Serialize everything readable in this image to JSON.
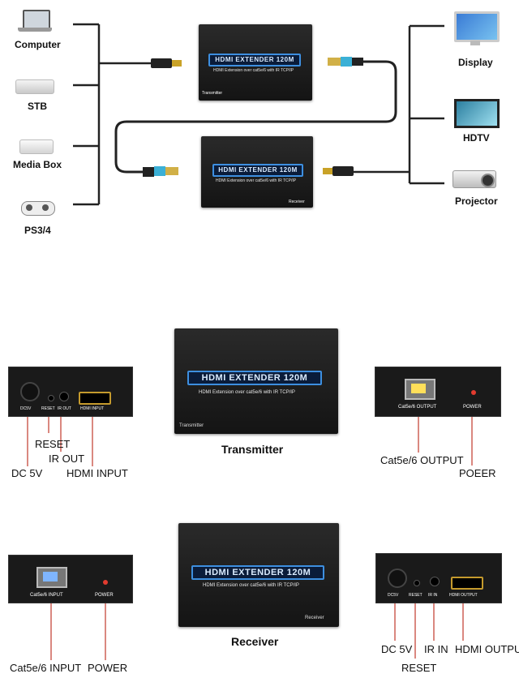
{
  "devices_left": [
    "Computer",
    "STB",
    "Media Box",
    "PS3/4"
  ],
  "devices_right": [
    "Display",
    "HDTV",
    "Projector"
  ],
  "top_units": {
    "transmitter": {
      "badge": "HDMI EXTENDER 120M",
      "sub": "HDMI Extension over cat5e/6 with IR TCP/IP",
      "corner": "Transmitter"
    },
    "receiver": {
      "badge": "HDMI EXTENDER 120M",
      "sub": "HDMI Extension over cat5e/6 with IR TCP/IP",
      "corner": "Receiver"
    }
  },
  "transmitter_section": {
    "title": "Transmitter",
    "unit": {
      "badge": "HDMI EXTENDER 120M",
      "sub": "HDMI Extension over cat5e/6 with IR TCP/IP",
      "corner": "Transmitter"
    },
    "left_panel": {
      "port_labels": [
        "DC5V",
        "RESET",
        "IR OUT",
        "HDMI INPUT"
      ]
    },
    "left_callouts": [
      "RESET",
      "IR OUT",
      "DC 5V",
      "HDMI INPUT"
    ],
    "right_panel": {
      "port_labels": [
        "Cat5e/6 OUTPUT",
        "POWER"
      ]
    },
    "right_callouts": [
      "Cat5e/6 OUTPUT",
      "POEER"
    ]
  },
  "receiver_section": {
    "title": "Receiver",
    "unit": {
      "badge": "HDMI EXTENDER 120M",
      "sub": "HDMI Extension over cat5e/6 with IR TCP/IP",
      "corner": "Receiver"
    },
    "left_panel": {
      "port_labels": [
        "Cat5e/6 INPUT",
        "POWER"
      ]
    },
    "left_callouts": [
      "Cat5e/6 INPUT",
      "POWER"
    ],
    "right_panel": {
      "port_labels": [
        "DC5V",
        "RESET",
        "IR IN",
        "HDMI OUTPUT"
      ]
    },
    "right_callouts": [
      "DC 5V",
      "IR IN",
      "HDMI OUTPU",
      "RESET"
    ]
  },
  "colors": {
    "unit": "#1a1a1a",
    "badge_border": "#3d8fe0",
    "line": "#222222"
  }
}
